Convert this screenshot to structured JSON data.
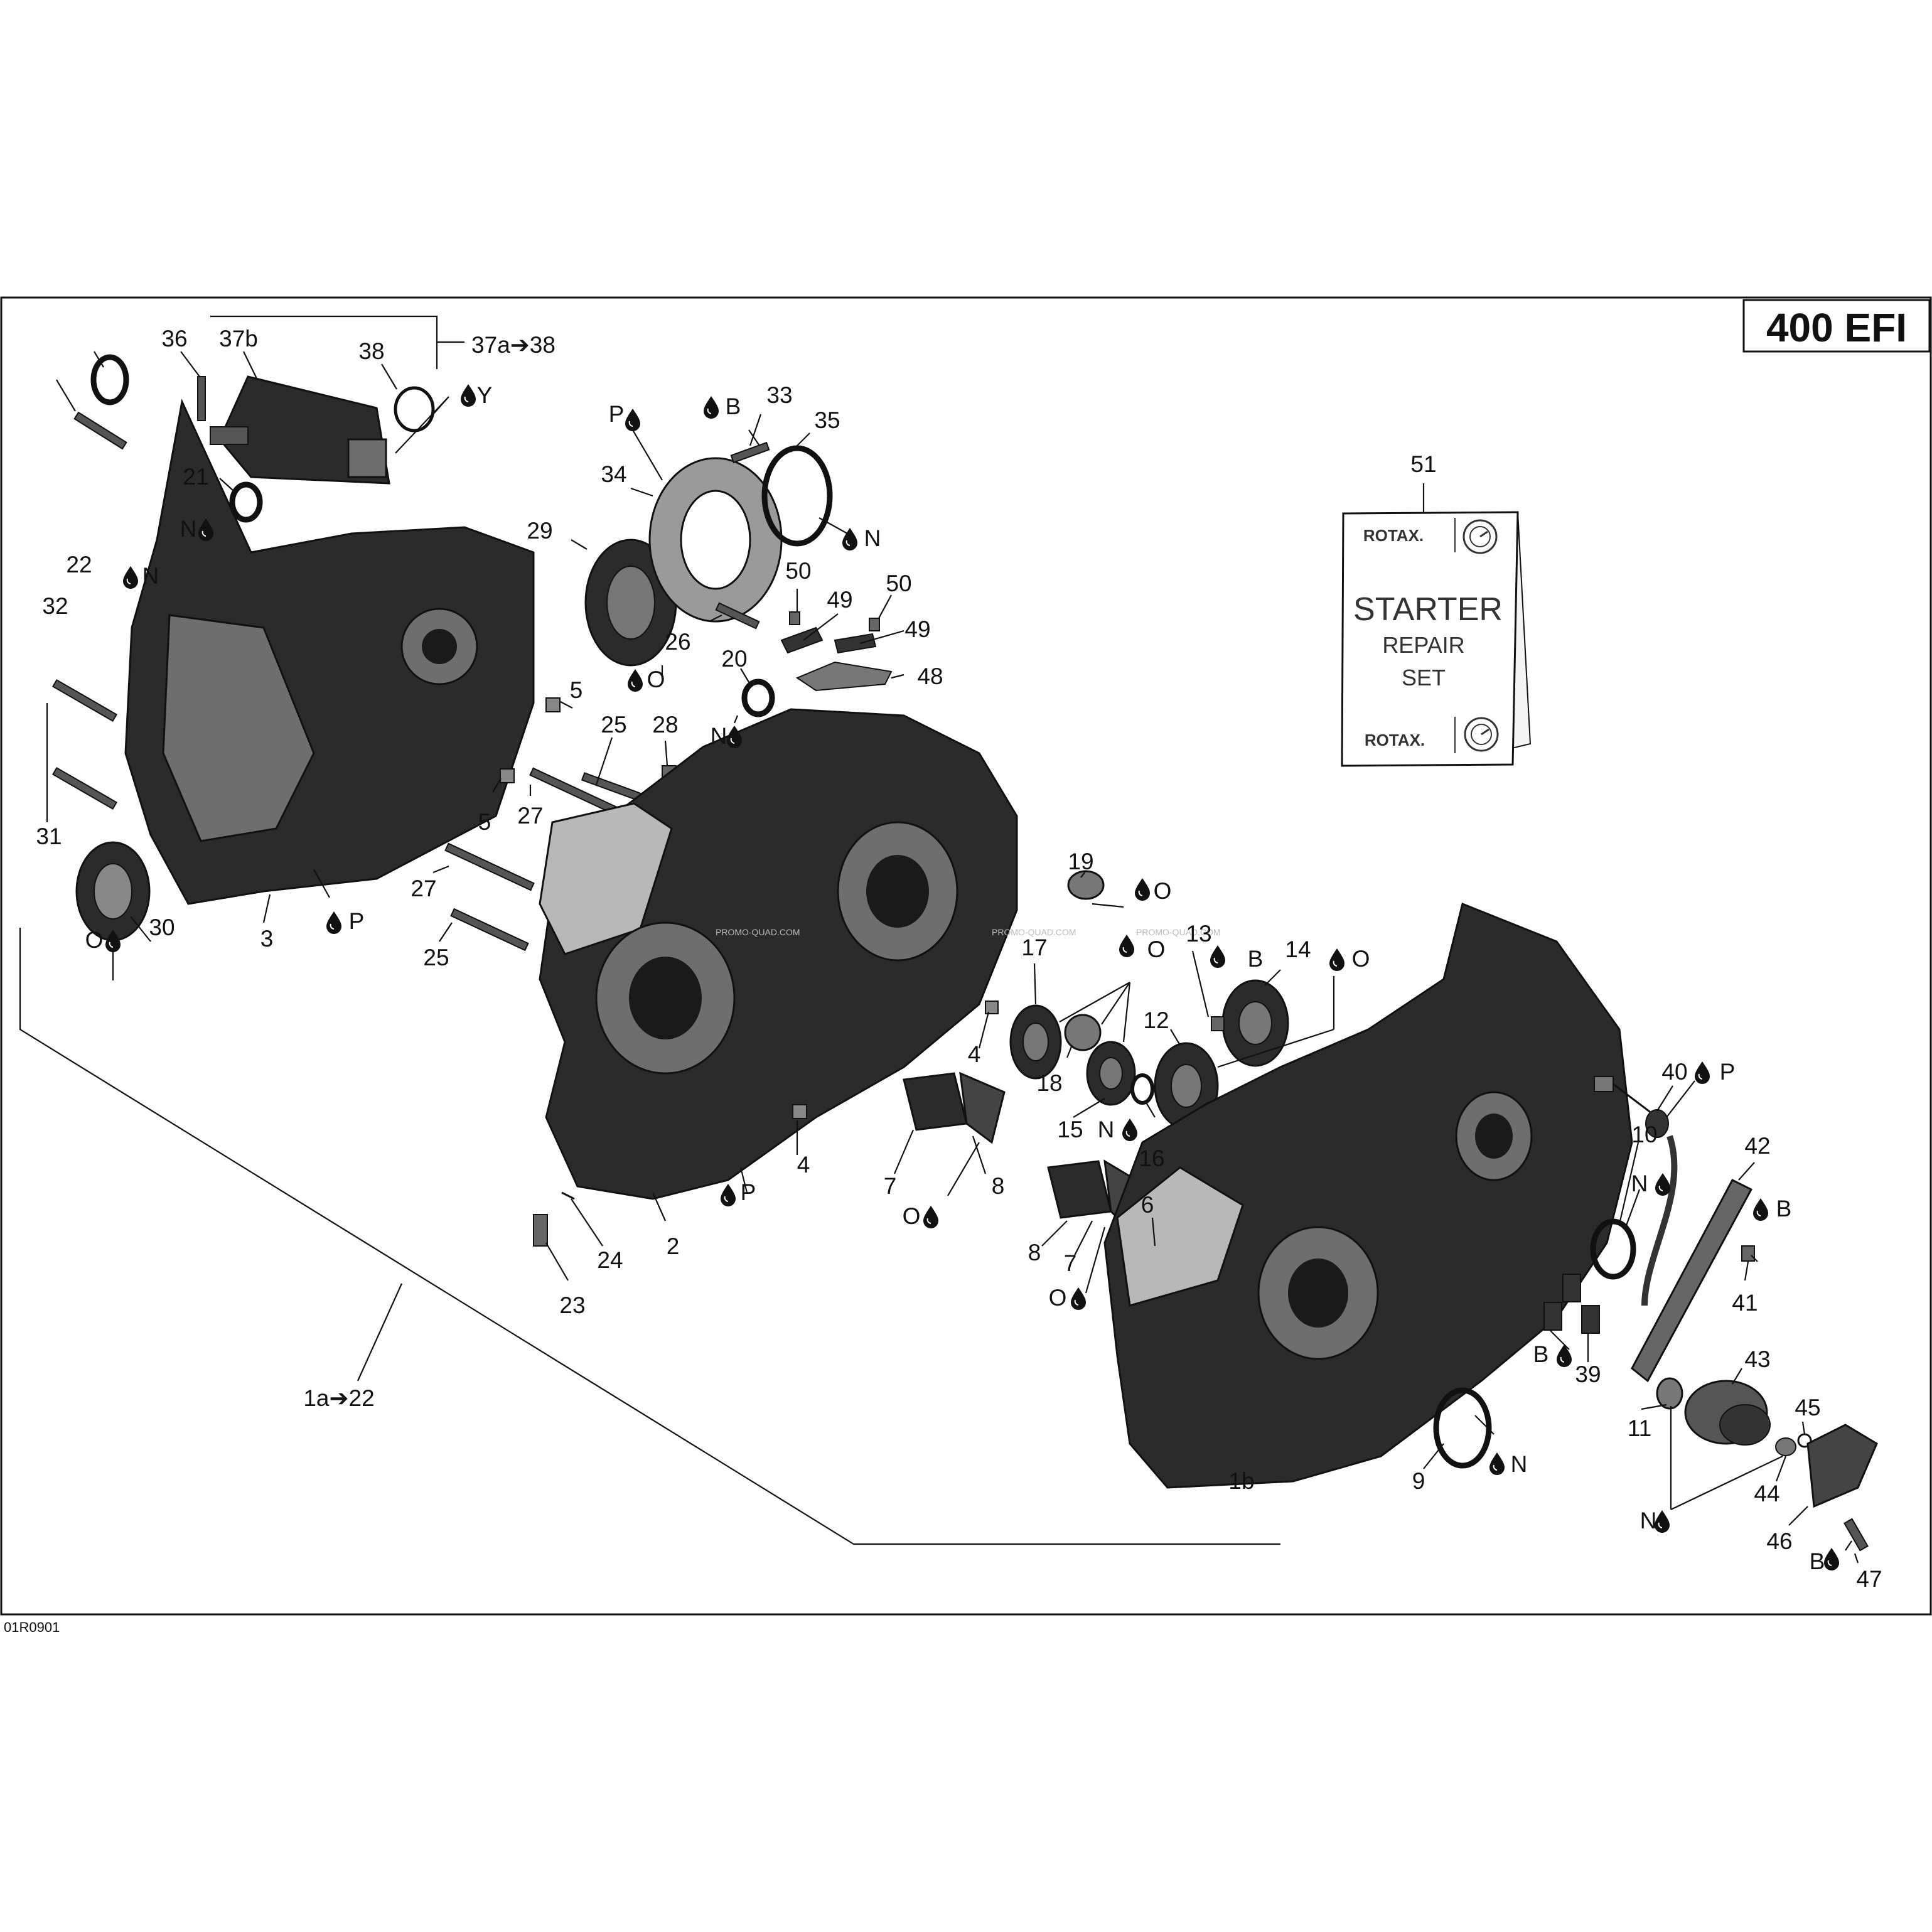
{
  "model_badge": "400 EFI",
  "figure_code": "01R0901",
  "watermark": "PROMO-QUAD.COM",
  "kit": {
    "brand": "ROTAX.",
    "line1": "STARTER",
    "line2": "REPAIR",
    "line3": "SET"
  },
  "labels": {
    "36": "36",
    "37b": "37b",
    "38": "38",
    "37a38": "37a➔38",
    "Y38": "Y",
    "21": "21",
    "N21": "N",
    "22": "22",
    "N22": "N",
    "32": "32",
    "31": "31",
    "30": "30",
    "O30": "O",
    "3": "3",
    "P3": "P",
    "P34": "P",
    "B33": "B",
    "33": "33",
    "35": "35",
    "34": "34",
    "N35": "N",
    "29": "29",
    "O29": "O",
    "50a": "50",
    "49a": "49",
    "26": "26",
    "50b": "50",
    "49b": "49",
    "48": "48",
    "20": "20",
    "N20": "N",
    "5a": "5",
    "25a": "25",
    "28": "28",
    "5b": "5",
    "27a": "27",
    "27b": "27",
    "25b": "25",
    "51": "51",
    "19": "19",
    "O19": "O",
    "17": "17",
    "Oc": "O",
    "13": "13",
    "B13": "B",
    "14": "14",
    "O14": "O",
    "12": "12",
    "4a": "4",
    "18": "18",
    "15": "15",
    "N16": "N",
    "16": "16",
    "4b": "4",
    "7a": "7",
    "8a": "8",
    "O8": "O",
    "P2": "P",
    "2": "2",
    "24": "24",
    "23": "23",
    "6": "6",
    "8b": "8",
    "7b": "7",
    "O7": "O",
    "40": "40",
    "P40": "P",
    "10": "10",
    "N10": "N",
    "42": "42",
    "B41": "B",
    "41": "41",
    "B39": "B",
    "39": "39",
    "43": "43",
    "11": "11",
    "45": "45",
    "9": "9",
    "N9": "N",
    "1b": "1b",
    "44": "44",
    "N11": "N",
    "46": "46",
    "B47": "B",
    "47": "47",
    "1a22": "1a➔22"
  }
}
